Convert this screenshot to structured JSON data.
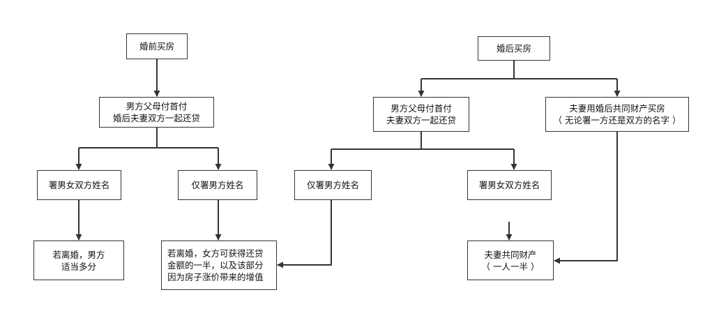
{
  "colors": {
    "stroke": "#333333",
    "text": "#111111",
    "background": "#ffffff"
  },
  "nodes": {
    "before_purchase": {
      "lines": [
        "婚前买房"
      ]
    },
    "before_parents_pay": {
      "lines": [
        "男方父母付首付",
        "婚后夫妻双方一起还贷"
      ]
    },
    "before_both_names": {
      "lines": [
        "署男女双方姓名"
      ]
    },
    "before_male_only": {
      "lines": [
        "仅署男方姓名"
      ]
    },
    "before_divorce_both": {
      "lines": [
        "若离婚，男方",
        "适当多分"
      ]
    },
    "divorce_female_half": {
      "lines": [
        "若离婚，女方可获得还贷",
        "金额的一半，以及该部分",
        "因为房子涨价带来的增值"
      ]
    },
    "after_purchase": {
      "lines": [
        "婚后买房"
      ]
    },
    "after_parents_pay": {
      "lines": [
        "男方父母付首付",
        "夫妻双方一起还贷"
      ]
    },
    "after_joint_buy": {
      "lines": [
        "夫妻用婚后共同财产买房",
        "（ 无论署一方还是双方的名字 ）"
      ]
    },
    "after_male_only": {
      "lines": [
        "仅署男方姓名"
      ]
    },
    "after_both_names": {
      "lines": [
        "署男女双方姓名"
      ]
    },
    "joint_property": {
      "lines": [
        "夫妻共同财产",
        "（ 一人一半 ）"
      ]
    }
  }
}
